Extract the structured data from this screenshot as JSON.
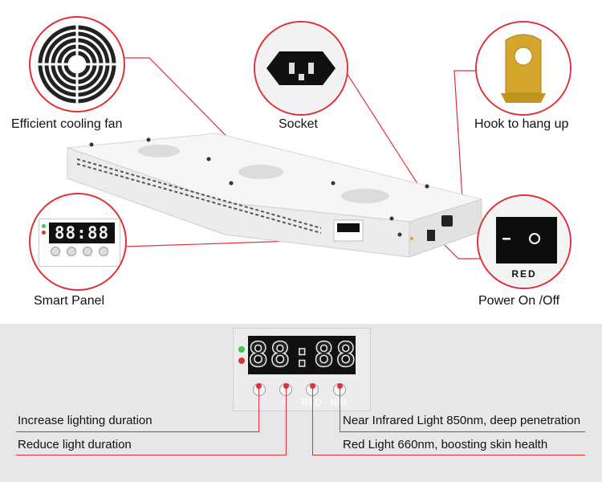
{
  "callouts": {
    "fan": "Efficient cooling fan",
    "socket": "Socket",
    "hook": "Hook to hang up",
    "panel": "Smart Panel",
    "power": "Power On /Off"
  },
  "switch_label": "RED",
  "display_digits": "88:88",
  "panel_buttons": [
    "+",
    "−",
    "RED",
    "NIR"
  ],
  "panel_functions": {
    "increase": "Increase lighting duration",
    "reduce": "Reduce light duration",
    "nir": "Near Infrared Light 850nm, deep penetration",
    "red": "Red Light 660nm, boosting skin health"
  },
  "colors": {
    "accent_red": "#e0303a",
    "indicator_green": "#3ec74a",
    "display_bg": "#111111"
  }
}
